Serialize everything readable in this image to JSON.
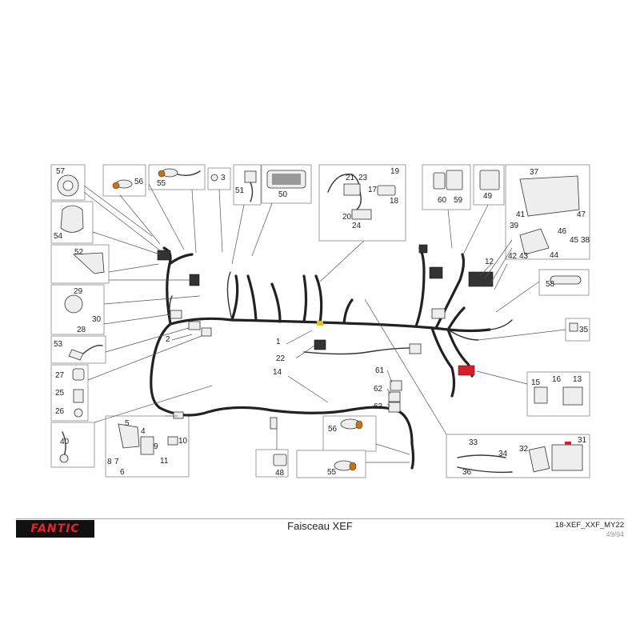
{
  "footer": {
    "brand": "FANTIC",
    "title": "Faisceau XEF",
    "doc_code": "18-XEF_XXF_MY22",
    "page": "49/94"
  },
  "callouts": [
    "57",
    "56",
    "55",
    "3",
    "51",
    "50",
    "21",
    "23",
    "19",
    "17",
    "18",
    "20",
    "24",
    "60",
    "59",
    "49",
    "37",
    "41",
    "47",
    "39",
    "46",
    "45",
    "38",
    "42",
    "43",
    "44",
    "12",
    "54",
    "52",
    "29",
    "30",
    "28",
    "58",
    "35",
    "53",
    "2",
    "1",
    "22",
    "14",
    "61",
    "62",
    "63",
    "27",
    "25",
    "26",
    "40",
    "5",
    "4",
    "9",
    "10",
    "11",
    "8",
    "7",
    "6",
    "15",
    "16",
    "13",
    "56",
    "55",
    "48",
    "33",
    "34",
    "32",
    "31",
    "36"
  ]
}
